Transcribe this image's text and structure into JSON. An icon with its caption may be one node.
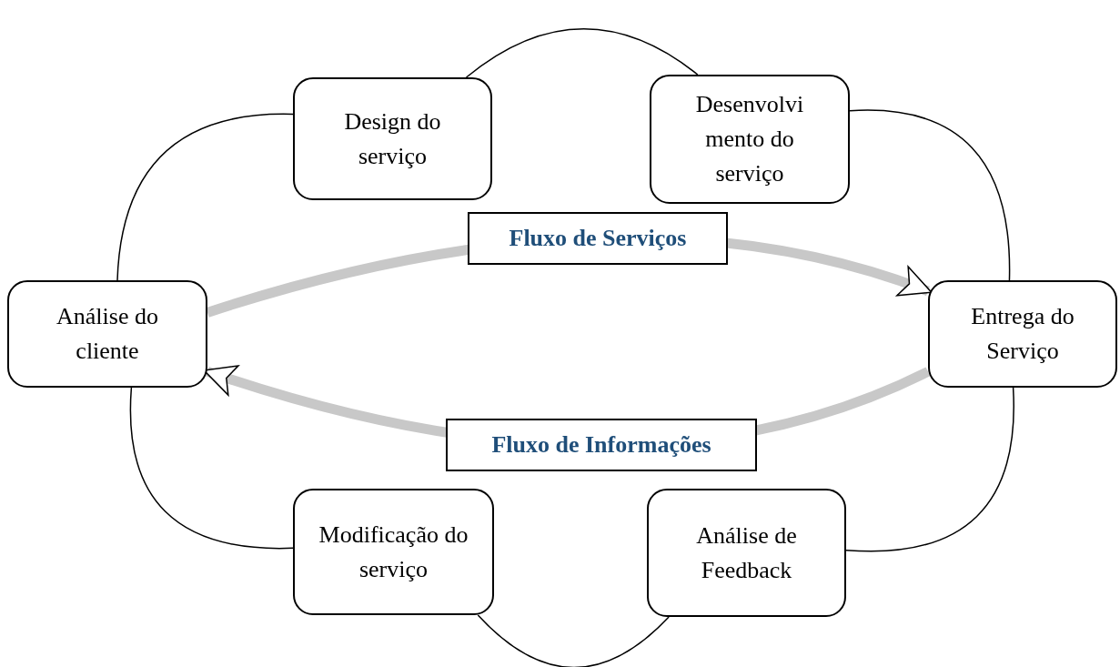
{
  "diagram": {
    "nodes": [
      {
        "text": [
          "Análise do cliente"
        ]
      },
      {
        "text": [
          "Design do serviço"
        ]
      },
      {
        "text": [
          "Desenvolvimento do serviço"
        ]
      },
      {
        "text": [
          "Entrega do Serviço"
        ]
      },
      {
        "text": [
          "Análise de Feedback"
        ]
      },
      {
        "text": [
          "Modificação do serviço"
        ]
      }
    ],
    "edges": [
      {
        "from": 0,
        "to": 1,
        "arrow": "none"
      },
      {
        "from": 1,
        "to": 2,
        "arrow": "none"
      },
      {
        "from": 2,
        "to": 3,
        "arrow": "none"
      },
      {
        "from": 3,
        "to": 4,
        "arrow": "none"
      },
      {
        "from": 4,
        "to": 5,
        "arrow": "none"
      },
      {
        "from": 5,
        "to": 0,
        "arrow": "none"
      },
      {
        "from": 0,
        "to": 3,
        "arrow": "to",
        "style": "thick",
        "color": "#c8c8c8",
        "label": "Fluxo de Serviços"
      },
      {
        "from": 3,
        "to": 0,
        "arrow": "to",
        "style": "thick",
        "color": "#c8c8c8",
        "label": "Fluxo de Informações"
      }
    ]
  }
}
